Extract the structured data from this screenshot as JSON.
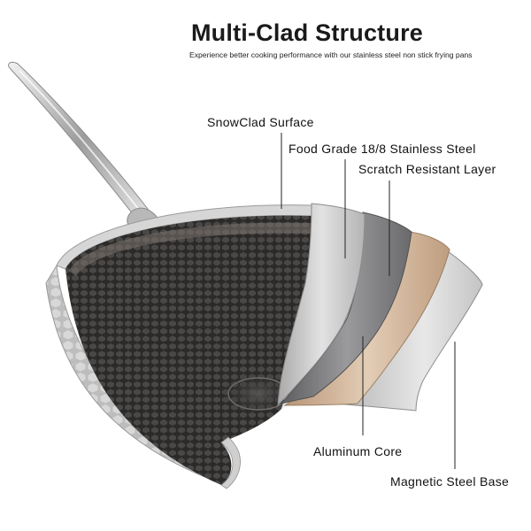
{
  "title": "Multi-Clad Structure",
  "subtitle": "Experience better cooking performance with our stainless steel non stick frying pans",
  "labels": {
    "snowclad": "SnowClad Surface",
    "food_grade": "Food Grade 18/8 Stainless Steel",
    "scratch": "Scratch Resistant Layer",
    "aluminum": "Aluminum Core",
    "magnetic": "Magnetic Steel Base"
  },
  "colors": {
    "steel_light": "#cfcfcf",
    "steel_dark": "#6f6f70",
    "copper": "#c9a98a",
    "nonstick": "#2d2c2b"
  }
}
